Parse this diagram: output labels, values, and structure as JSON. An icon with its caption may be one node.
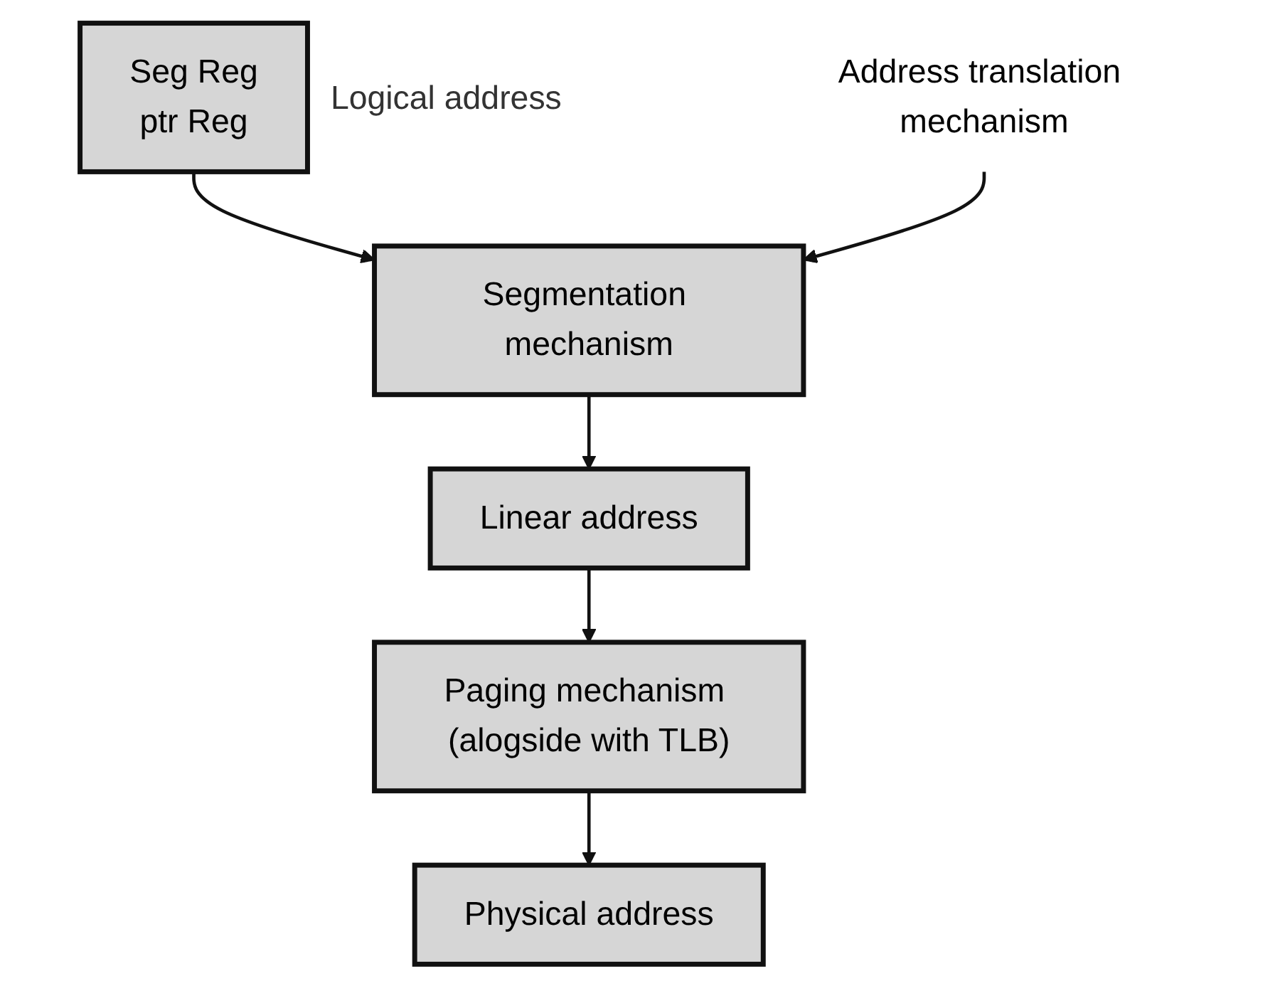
{
  "diagram": {
    "nodes": [
      {
        "text": [
          "Seg Reg",
          "ptr Reg"
        ],
        "beside": [
          "Logical address"
        ]
      },
      {
        "text": [
          "Segmentation mechanism"
        ]
      },
      {
        "text": [
          "Address translation mechanism"
        ]
      },
      {
        "text": [
          "Linear address"
        ]
      },
      {
        "text": [
          "Paging mechanism (alogside with TLB)"
        ]
      },
      {
        "text": [
          "Physical address"
        ]
      }
    ],
    "edges": [
      {
        "from": 0,
        "to": 1,
        "arrow": "to"
      },
      {
        "from": 2,
        "to": 1,
        "arrow": "to"
      },
      {
        "from": 1,
        "to": 3,
        "arrow": "to"
      },
      {
        "from": 3,
        "to": 4,
        "arrow": "to"
      },
      {
        "from": 4,
        "to": 5,
        "arrow": "to"
      }
    ]
  }
}
